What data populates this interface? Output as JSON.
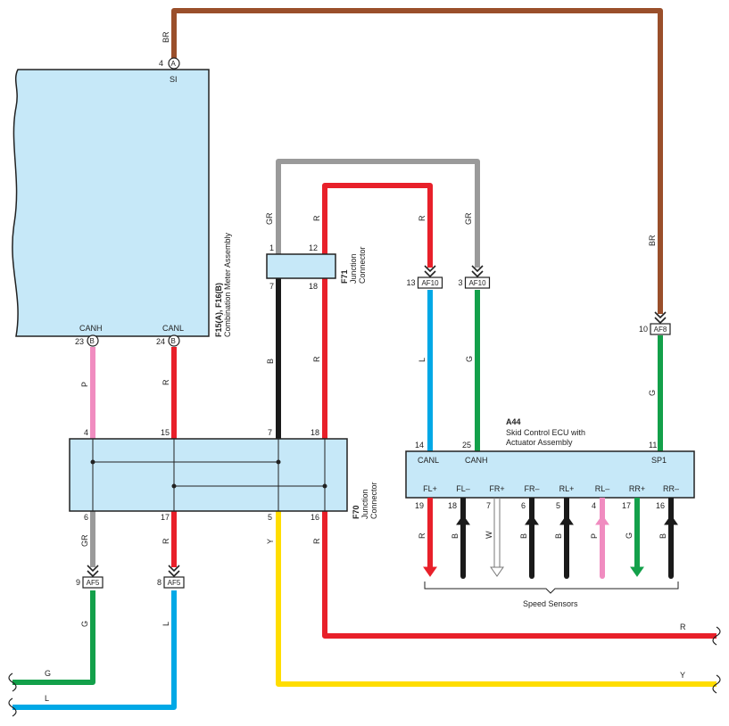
{
  "colors": {
    "br": "#9a4f2b",
    "gr": "#9a9a9a",
    "red": "#e8202a",
    "black": "#1a1a1a",
    "blue": "#00a8e6",
    "green": "#13a04a",
    "pink": "#f08cc0",
    "yellow": "#ffdd00",
    "white": "#ffffff",
    "box_fill": "#c6e8f8"
  },
  "meter": {
    "ref": "F15(A), F16(B)",
    "name": "Combination Meter Assembly",
    "si_label": "SI",
    "si_pin": "4",
    "si_conn": "A",
    "canh_label": "CANH",
    "canl_label": "CANL",
    "canh_pin": "23",
    "canl_pin": "24",
    "canh_conn": "B",
    "canl_conn": "B"
  },
  "f71": {
    "ref": "F71",
    "name_line1": "Junction",
    "name_line2": "Connector",
    "pin_top_left": "1",
    "pin_top_right": "12",
    "pin_bot_left": "7",
    "pin_bot_right": "18"
  },
  "f70": {
    "ref": "F70",
    "name_line1": "Junction",
    "name_line2": "Connector",
    "top_pins": [
      "4",
      "15",
      "7",
      "18"
    ],
    "bottom_pins": [
      "6",
      "17",
      "5",
      "16"
    ]
  },
  "ecu": {
    "ref": "A44",
    "name_line1": "Skid Control ECU with",
    "name_line2": "Actuator Assembly",
    "canl_label": "CANL",
    "canh_label": "CANH",
    "sp1_label": "SP1",
    "canl_pin": "14",
    "canh_pin": "25",
    "sp1_pin": "11",
    "sensor_labels": [
      "FL+",
      "FL–",
      "FR+",
      "FR–",
      "RL+",
      "RL–",
      "RR+",
      "RR–"
    ],
    "sensor_pins": [
      "19",
      "18",
      "7",
      "6",
      "5",
      "4",
      "17",
      "16"
    ],
    "sensor_wires": [
      "R",
      "B",
      "W",
      "B",
      "B",
      "P",
      "G",
      "B"
    ],
    "speed_sensors": "Speed Sensors"
  },
  "connectors": {
    "af10_a": {
      "pin": "13",
      "name": "AF10"
    },
    "af10_b": {
      "pin": "3",
      "name": "AF10"
    },
    "af8": {
      "pin": "10",
      "name": "AF8"
    },
    "af5_a": {
      "pin": "9",
      "name": "AF5"
    },
    "af5_b": {
      "pin": "8",
      "name": "AF5"
    }
  },
  "wires": {
    "br_top": "BR",
    "br_right": "BR",
    "gr_upper": "GR",
    "r_upper": "R",
    "r_af10": "R",
    "gr_af10": "GR",
    "b_mid": "B",
    "r_mid": "R",
    "l_ecu": "L",
    "g_ecu": "G",
    "g_sp1": "G",
    "p_meter": "P",
    "r_meter": "R",
    "gr_low": "GR",
    "r_low": "R",
    "y_low": "Y",
    "r_low2": "R",
    "g_af5": "G",
    "l_af5": "L",
    "g_out": "G",
    "l_out": "L",
    "r_out": "R",
    "y_out": "Y"
  }
}
